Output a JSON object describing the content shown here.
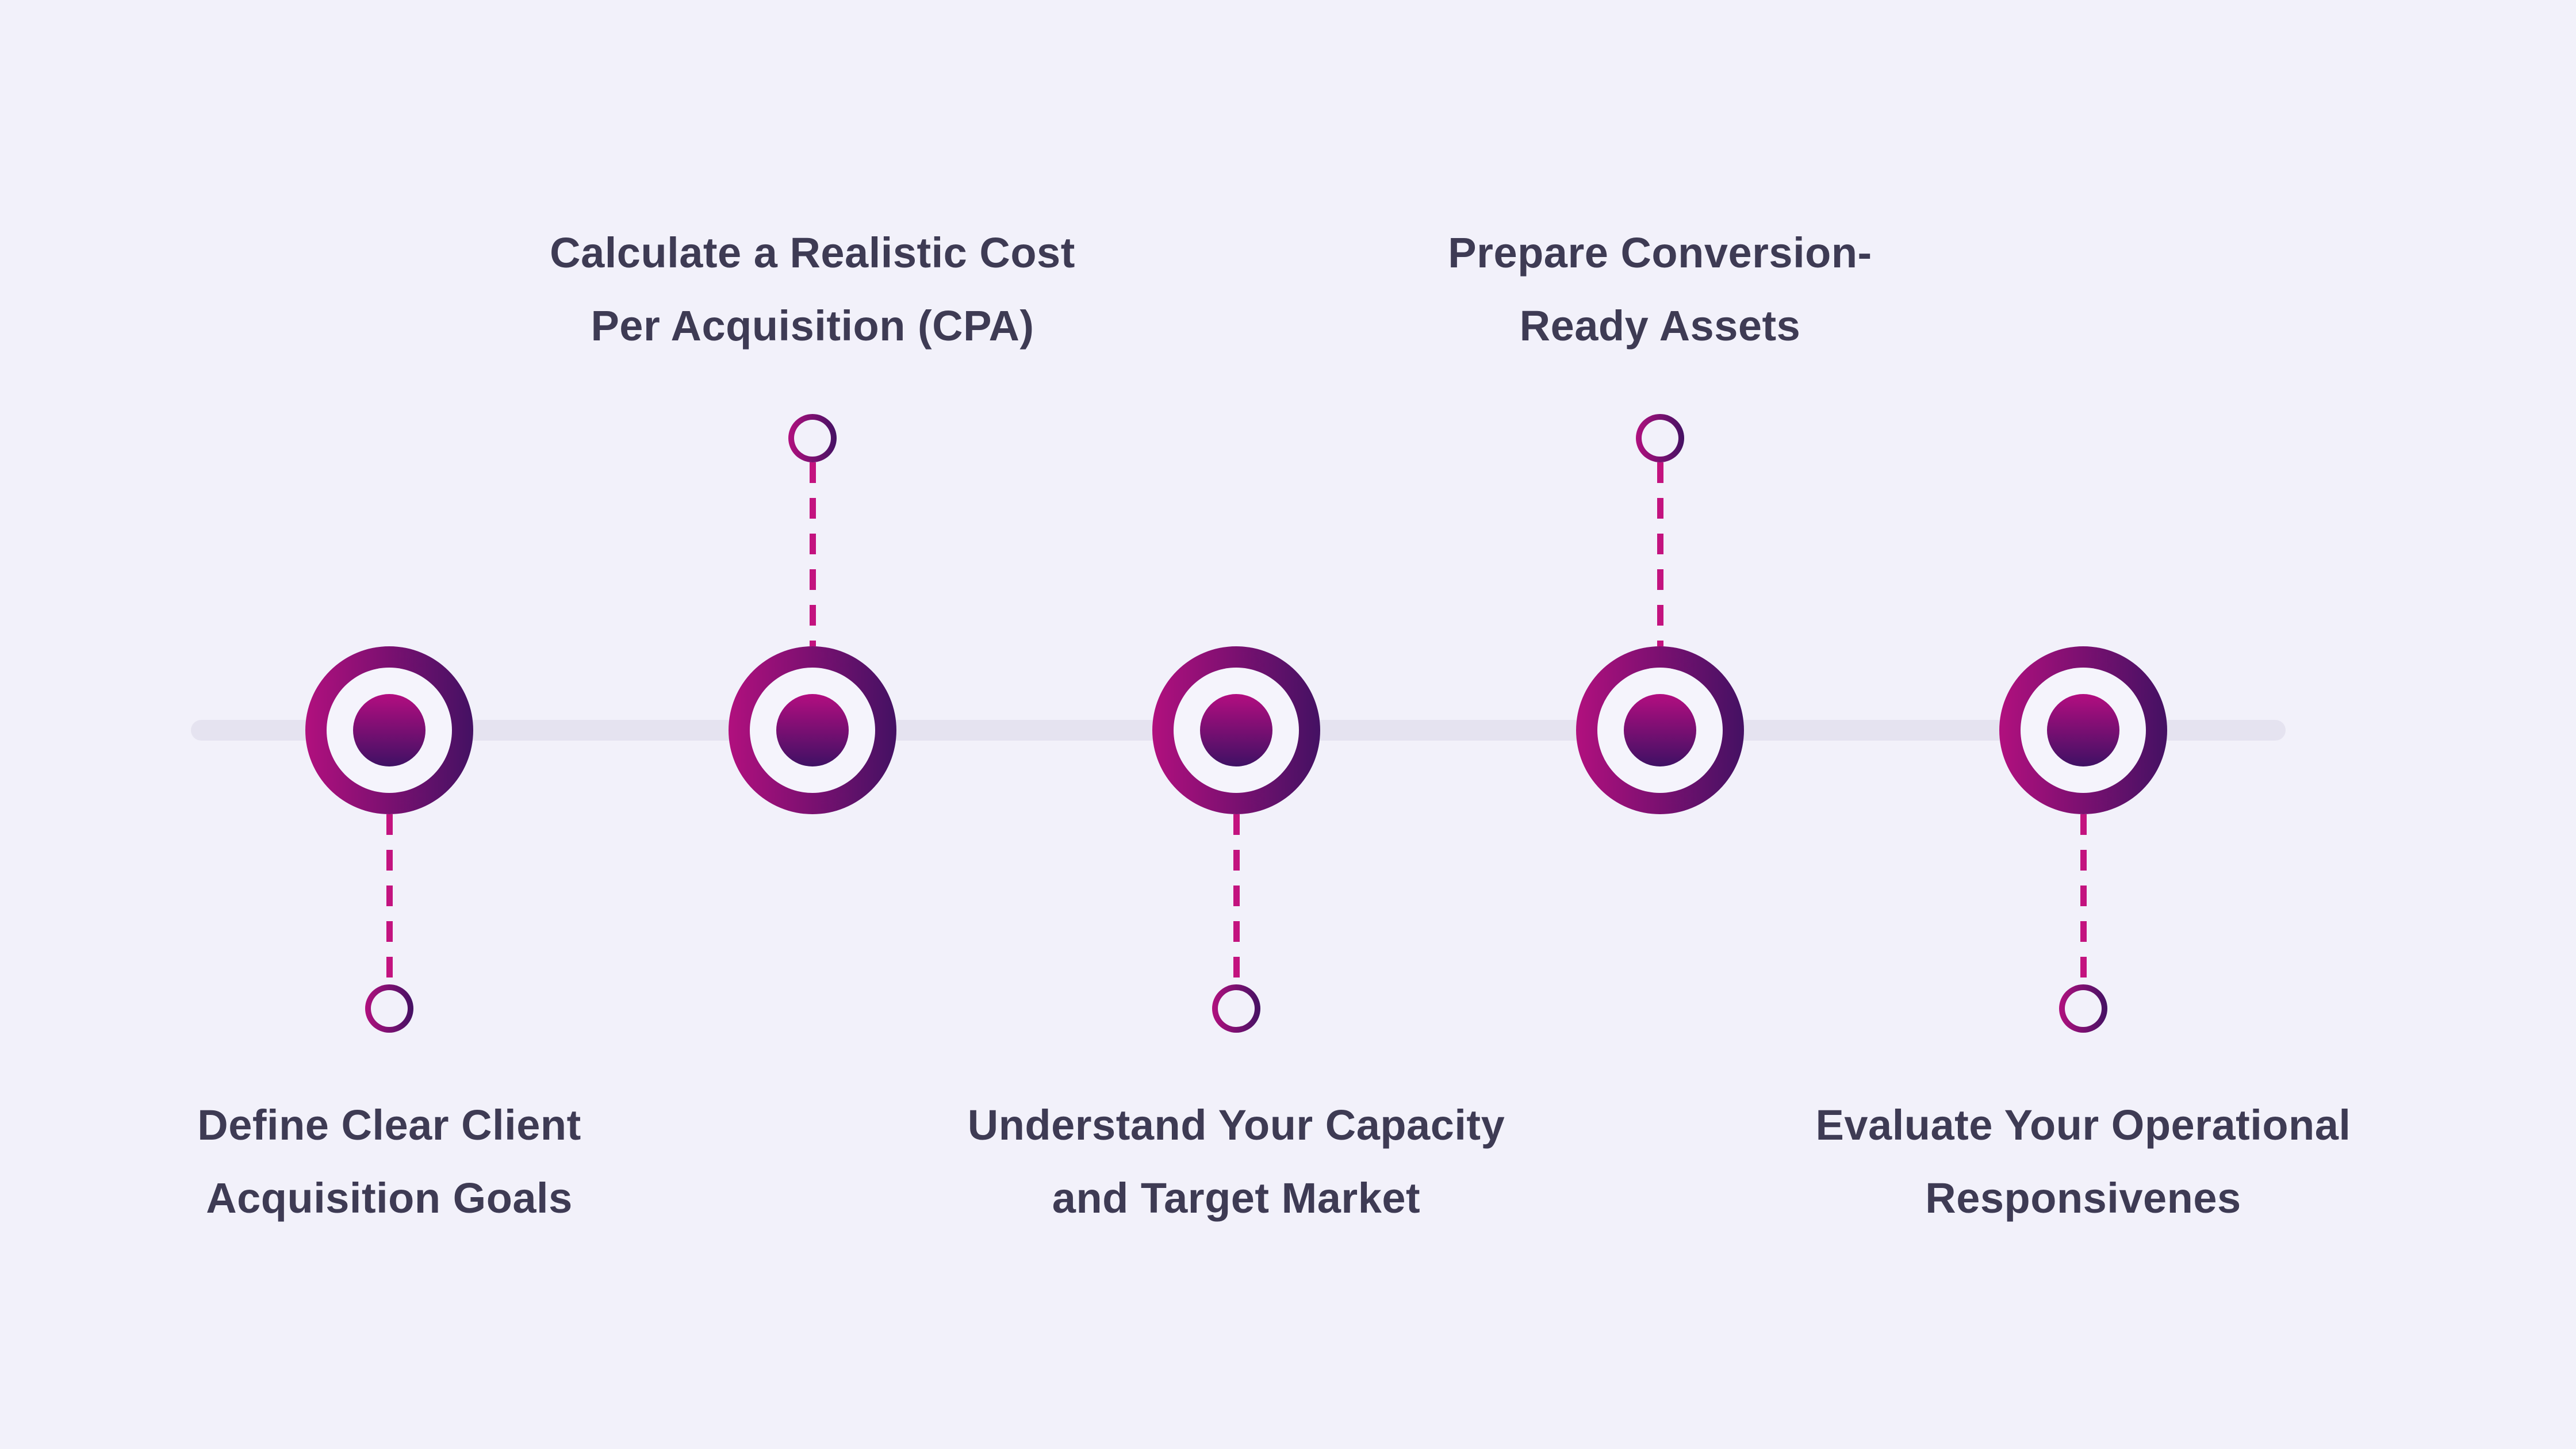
{
  "diagram": {
    "type": "horizontal-timeline",
    "colors": {
      "background": "#f2f1fa",
      "track": "#e5e3f0",
      "gradient_start": "#b1107e",
      "gradient_end": "#441163",
      "dash": "#c3137f",
      "text": "#3e3b54",
      "node_inner": "#f5f4fc"
    },
    "steps": [
      {
        "label": "Define Clear Client Acquisition Goals",
        "lines": [
          "Define Clear Client",
          "Acquisition Goals"
        ],
        "side": "below"
      },
      {
        "label": "Calculate a Realistic Cost Per Acquisition (CPA)",
        "lines": [
          "Calculate a Realistic Cost",
          "Per Acquisition (CPA)"
        ],
        "side": "above"
      },
      {
        "label": "Understand Your Capacity and Target Market",
        "lines": [
          "Understand Your Capacity",
          "and Target Market"
        ],
        "side": "below"
      },
      {
        "label": "Prepare Conversion-Ready Assets",
        "lines": [
          "Prepare Conversion-",
          "Ready Assets"
        ],
        "side": "above"
      },
      {
        "label": "Evaluate Your Operational Responsivenes",
        "lines": [
          "Evaluate Your Operational",
          "Responsivenes"
        ],
        "side": "below"
      }
    ]
  }
}
